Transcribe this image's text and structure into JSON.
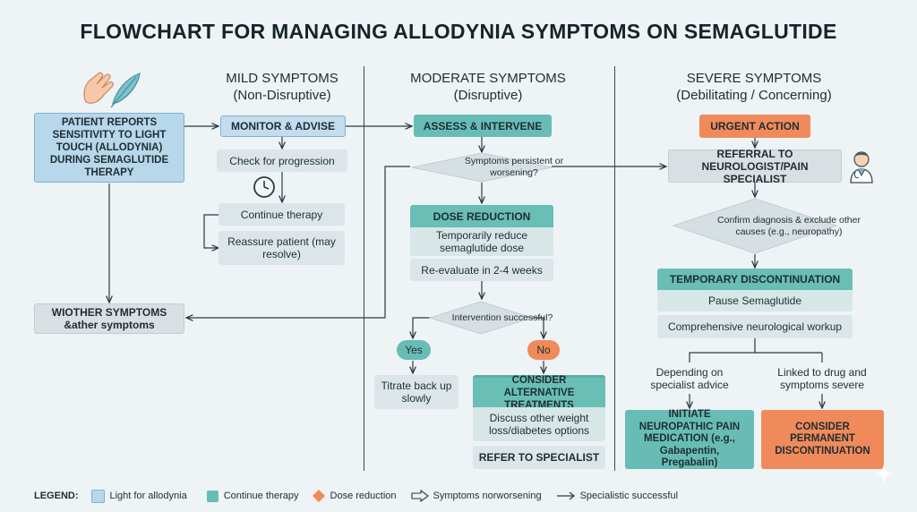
{
  "title": "FLOWCHART FOR MANAGING ALLODYNIA SYMPTOMS ON SEMAGLUTIDE",
  "columns": {
    "mild": {
      "title": "MILD SYMPTOMS",
      "subtitle": "(Non-Disruptive)"
    },
    "moderate": {
      "title": "MODERATE SYMPTOMS",
      "subtitle": "(Disruptive)"
    },
    "severe": {
      "title": "SEVERE SYMPTOMS",
      "subtitle": "(Debilitating / Concerning)"
    }
  },
  "left": {
    "patient_reports": "PATIENT REPORTS SENSITIVITY TO LIGHT TOUCH (ALLODYNIA) DURING SEMAGLUTIDE THERAPY",
    "other_symptoms": "WIOTHER SYMPTOMS &ather symptoms"
  },
  "mild": {
    "monitor": "MONITOR & ADVISE",
    "check": "Check for progression",
    "continue": "Continue therapy",
    "reassure": "Reassure patient (may resolve)"
  },
  "moderate": {
    "assess": "ASSESS & INTERVENE",
    "persist_q": "Symptoms persistent or worsening?",
    "dose_reduction": "DOSE REDUCTION",
    "reduce": "Temporarily reduce semaglutide dose",
    "reevaluate": "Re-evaluate in 2-4 weeks",
    "success_q": "Intervention successful?",
    "yes": "Yes",
    "no": "No",
    "titrate": "Titrate back up slowly",
    "consider_alt": "CONSIDER ALTERNATIVE TREATMENTS",
    "discuss": "Discuss other weight loss/diabetes options",
    "refer": "REFER TO SPECIALIST"
  },
  "severe": {
    "urgent": "URGENT ACTION",
    "referral": "REFERRAL TO NEUROLOGIST/PAIN SPECIALIST",
    "confirm_q": "Confirm diagnosis & exclude other causes (e.g., neuropathy)",
    "temp_disc": "TEMPORARY DISCONTINUATION",
    "pause": "Pause Semaglutide",
    "workup": "Comprehensive neurological workup",
    "depending": "Depending on specialist advice",
    "linked": "Linked to drug and symptoms severe",
    "initiate": "INITIATE NEUROPATHIC PAIN MEDICATION (e.g., Gabapentin, Pregabalin)",
    "permanent": "CONSIDER PERMANENT DISCONTINUATION"
  },
  "legend": {
    "label": "LEGEND:",
    "item1": "Light for allodynia",
    "item2": "Continue therapy",
    "item3": "Dose reduction",
    "item4": "Symptoms norworsening",
    "item5": "Specialistic successful"
  },
  "colors": {
    "blue": "#b7d7ea",
    "teal": "#67bdb5",
    "orange": "#f08a5a",
    "gray": "#d9dfe2"
  },
  "icons": [
    "hand-feather-icon",
    "clock-icon",
    "doctor-icon",
    "sparkle-icon"
  ]
}
